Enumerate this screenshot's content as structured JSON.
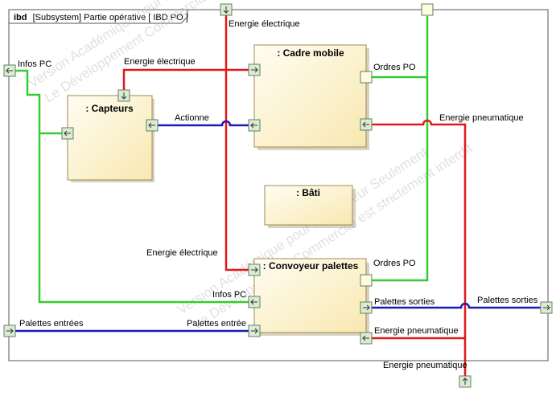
{
  "frame": {
    "keyword": "ibd",
    "title": "[Subsystem] Partie opérative [ IBD PO ]"
  },
  "watermark": {
    "line1": "Version Académique pour Professeur Seulement",
    "line2": "Le Développement Commercial est strictement interdit"
  },
  "parts": {
    "capteurs": ": Capteurs",
    "cadre_mobile": ": Cadre mobile",
    "bati": ": Bâti",
    "convoyeur": ": Convoyeur palettes"
  },
  "labels": {
    "energie_elec_top": "Energie électrique",
    "infos_pc_left": "Infos PC",
    "energie_elec_capteurs": "Energie électrique",
    "actionne": "Actionne",
    "ordres_po_cadre": "Ordres PO",
    "energie_pneu_cadre": "Energie pneumatique",
    "energie_elec_convoyeur": "Energie électrique",
    "ordres_po_convoyeur": "Ordres PO",
    "infos_pc_convoyeur": "Infos PC",
    "palettes_sorties_inner": "Palettes sorties",
    "palettes_sorties_outer": "Palettes sorties",
    "palettes_entrees_outer": "Palettes entrées",
    "palettes_entree_inner": "Palettes entrée",
    "energie_pneu_convoyeur": "Energie pneumatique",
    "energie_pneu_bottom": "Energie pneumatique"
  },
  "colors": {
    "energie_electrique": "#e01a1a",
    "energie_pneumatique": "#e01a1a",
    "informations": "#33cc33",
    "matiere": "#1a1ab4",
    "part_fill": "#fcf0c4",
    "port_fill": "#dcecd4",
    "port_border": "#5f7f5f",
    "frame_border": "#555555"
  }
}
